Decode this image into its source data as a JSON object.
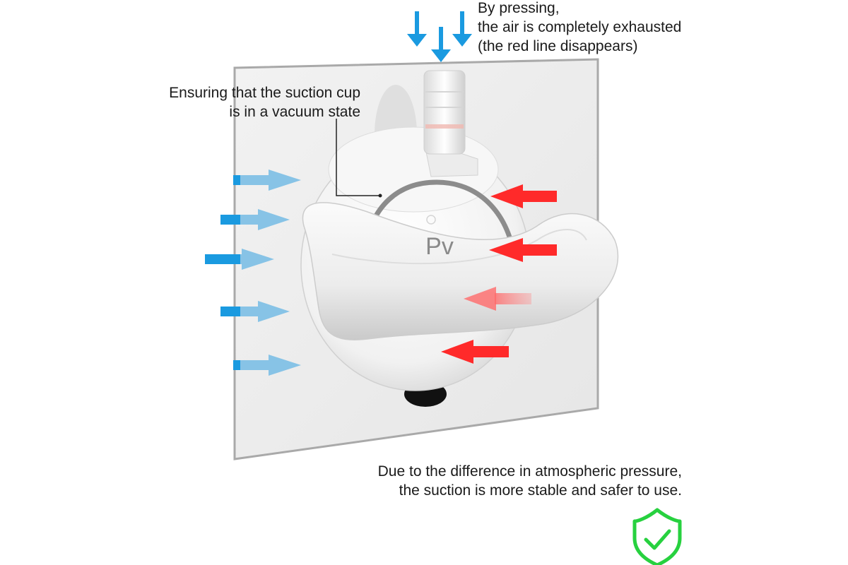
{
  "annotations": {
    "top": {
      "line1": "By pressing,",
      "line2": "the air is completely exhausted",
      "line3": "(the red line disappears)"
    },
    "left": {
      "line1": "Ensuring that the suction cup",
      "line2": "is in a vacuum state"
    },
    "bottom": {
      "line1": "Due to the difference in atmospheric pressure,",
      "line2": "the suction is more stable and safer to use."
    }
  },
  "vacuum_label": "Pv",
  "icons": {
    "badge": "shield-check-icon"
  },
  "colors": {
    "atmospheric_arrow": "#87c3e6",
    "atmospheric_arrow_dark": "#1a9ae0",
    "press_arrow": "#1a9ae0",
    "pressure_arrow": "#ff2a2a",
    "badge": "#27d13f",
    "seal_arc": "#8c8c8c"
  }
}
